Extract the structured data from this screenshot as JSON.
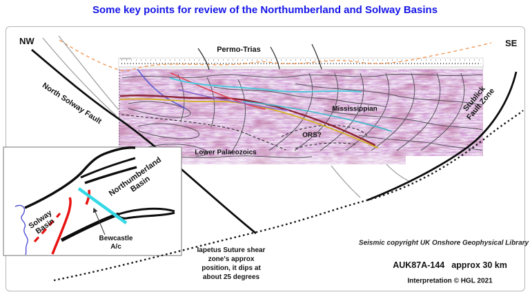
{
  "title": "Some key points for review of the Northumberland and Solway Basins",
  "direction_labels": {
    "nw": "NW",
    "se": "SE"
  },
  "section_labels": {
    "permo_trias": "Permo-Trias",
    "north_solway_fault": "North Solway Fault",
    "stublick_line1": "Stublick",
    "stublick_line2": "Fault Zone",
    "mississippian": "Mississippian",
    "ors": "ORS?",
    "lower_palaeozoics": "Lower Palaeozoics"
  },
  "inset_map": {
    "northumberland_line1": "Northumberland",
    "northumberland_line2": "Basin",
    "solway_line1": "Solway",
    "solway_line2": "Basin",
    "bewcastle_line1": "Bewcastle",
    "bewcastle_line2": "A/c"
  },
  "annotations": {
    "iapetus_line1": "Iapetus Suture shear",
    "iapetus_line2": "zone's approx",
    "iapetus_line3": "position, it dips at",
    "iapetus_line4": "about 25 degrees"
  },
  "footer": {
    "copyright": "Seismic copyright UK Onshore Geophysical Library",
    "line_id": "AUK87A-144",
    "scale": "approx 30 km",
    "interpretation": "Interpretation © HGL 2021"
  },
  "colors": {
    "title_blue": "#1515e8",
    "orange_dashed_horizon": "#f09a5a",
    "cyan_horizon": "#4cc8dc",
    "red_horizon": "#e04050",
    "purple_horizon": "#8f6acc",
    "yellow_horizon": "#d4b020",
    "dark_red_horizon": "#8a2335",
    "fault_black": "#0d0d0d",
    "inset_seismic_line_cyan": "#35d8e4",
    "inset_fault_red": "#e81212",
    "inset_coast_blue": "#4444d0"
  }
}
